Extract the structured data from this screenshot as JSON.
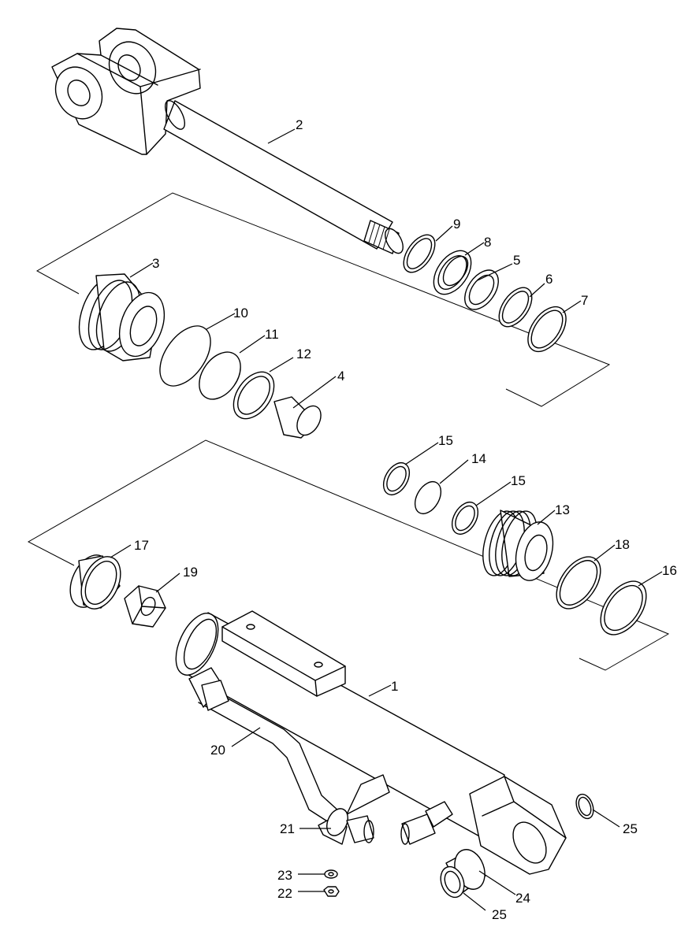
{
  "part_labels": {
    "p1": "1",
    "p2": "2",
    "p3": "3",
    "p4": "4",
    "p5": "5",
    "p6": "6",
    "p7": "7",
    "p8": "8",
    "p9": "9",
    "p10": "10",
    "p11": "11",
    "p12": "12",
    "p13": "13",
    "p14": "14",
    "p15a": "15",
    "p15b": "15",
    "p16": "16",
    "p17": "17",
    "p18": "18",
    "p19": "19",
    "p20": "20",
    "p21": "21",
    "p22": "22",
    "p23": "23",
    "p24": "24",
    "p25a": "25",
    "p25b": "25"
  }
}
